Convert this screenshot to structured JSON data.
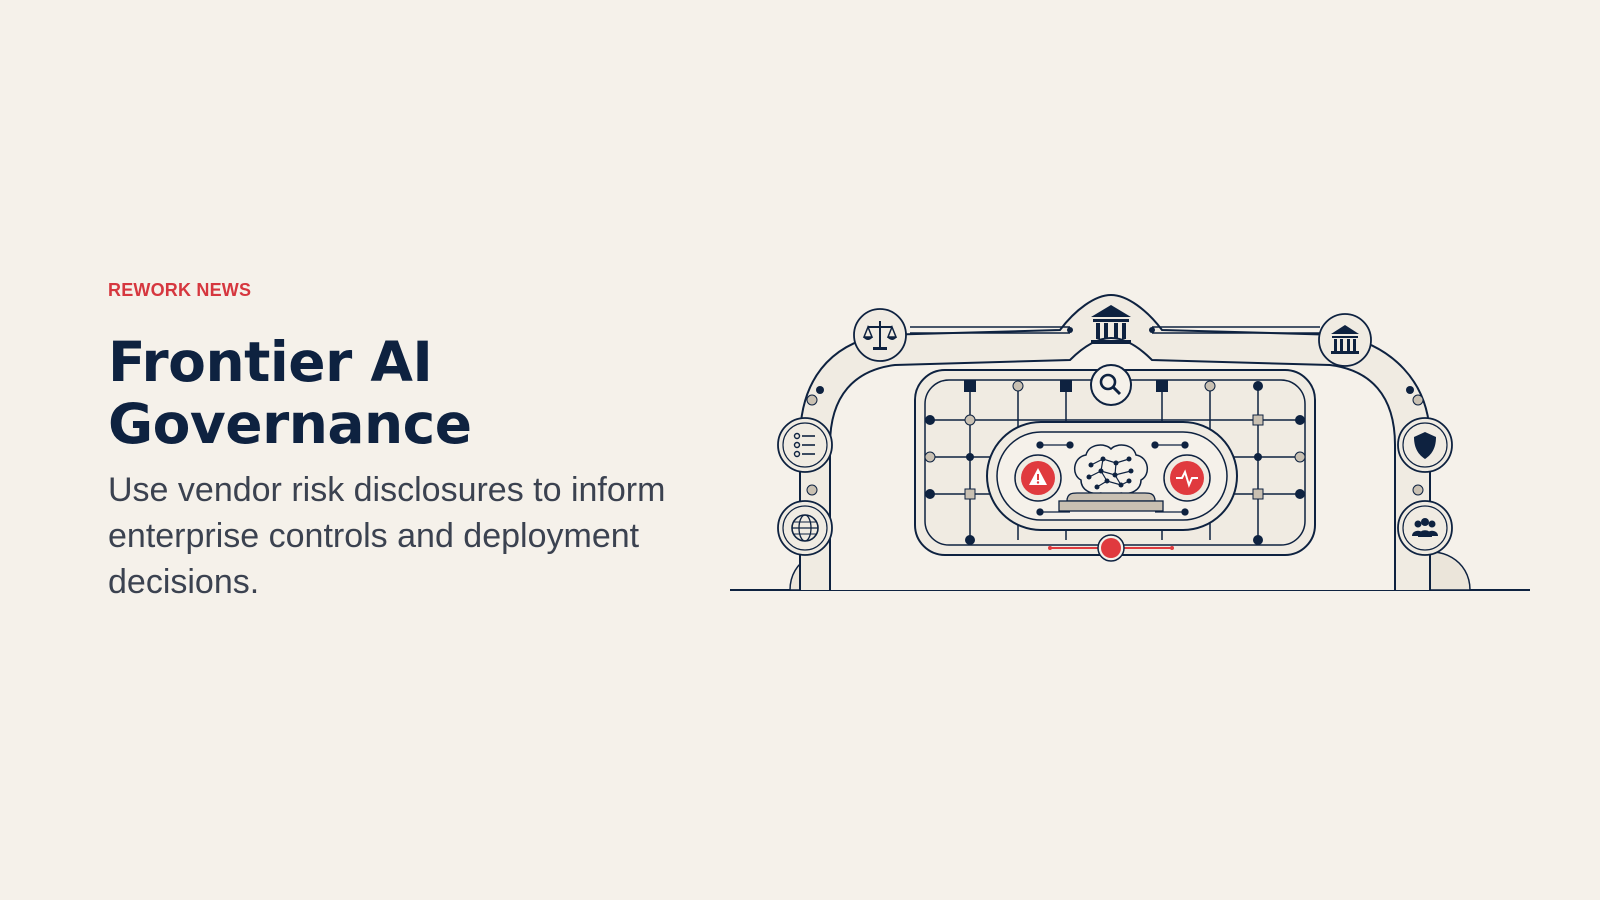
{
  "article": {
    "kicker": "REWORK NEWS",
    "headline_line1": "Frontier AI",
    "headline_line2": "Governance",
    "subtitle": "Use vendor risk disclosures to inform enterprise controls and deployment decisions."
  },
  "illustration": {
    "icons": [
      "scales-icon",
      "bank-icon",
      "checklist-icon",
      "globe-icon",
      "shield-icon",
      "team-icon",
      "search-icon",
      "warning-icon",
      "heartbeat-icon",
      "brain-icon"
    ],
    "colors": {
      "navy": "#0e2240",
      "accent_red": "#e03a3e",
      "beige": "#f0ebe2",
      "sand": "#c9c0b2",
      "background": "#f5f1ea"
    }
  }
}
